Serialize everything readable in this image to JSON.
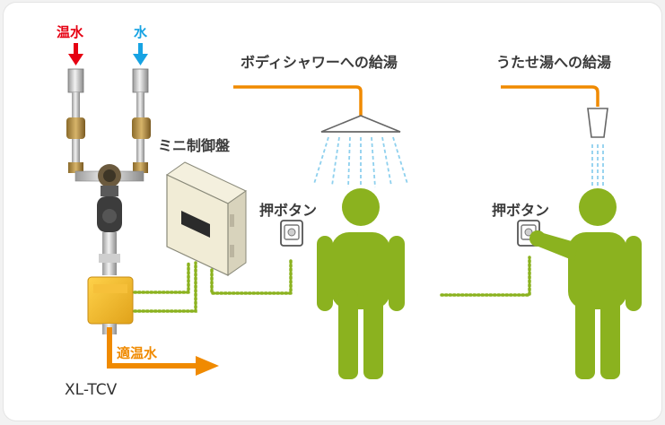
{
  "labels": {
    "hot_water": "温水",
    "cold_water": "水",
    "mini_controller": "ミニ制御盤",
    "push_button_1": "押ボタン",
    "push_button_2": "押ボタン",
    "body_shower": "ボディシャワーへの給湯",
    "utase_yu": "うたせ湯への給湯",
    "mixed_water": "適温水",
    "model": "XL-TCV"
  },
  "colors": {
    "hot_arrow": "#e60012",
    "cold_arrow": "#17a3e3",
    "pipe_orange": "#f08a00",
    "signal_line": "#8bb21f",
    "person": "#8bb21f",
    "spray": "#8ed0ee"
  }
}
